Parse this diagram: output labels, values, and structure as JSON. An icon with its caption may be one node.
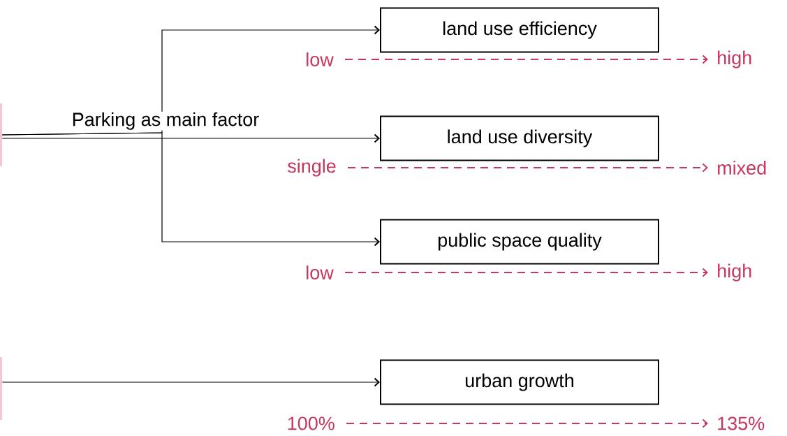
{
  "diagram": {
    "nodes": [
      {
        "text": [],
        "shape": "bar"
      },
      {
        "text": [
          "land use efficiency"
        ]
      },
      {
        "text": [
          "low"
        ]
      },
      {
        "text": [
          "high"
        ]
      },
      {
        "text": [
          "land use diversity"
        ]
      },
      {
        "text": [
          "single"
        ]
      },
      {
        "text": [
          "mixed"
        ]
      },
      {
        "text": [
          "public space quality"
        ]
      },
      {
        "text": [
          "low"
        ]
      },
      {
        "text": [
          "high"
        ]
      },
      {
        "text": [],
        "shape": "bar"
      },
      {
        "text": [
          "urban growth"
        ]
      },
      {
        "text": [
          "100%"
        ]
      },
      {
        "text": [
          "135%"
        ]
      }
    ],
    "edges": [
      {
        "from": 0,
        "to": 1,
        "arrow": "to"
      },
      {
        "from": 0,
        "to": 4,
        "arrow": "to",
        "label": "Parking as main factor"
      },
      {
        "from": 0,
        "to": 7,
        "arrow": "to"
      },
      {
        "from": 2,
        "to": 3,
        "arrow": "to",
        "style": "dashed",
        "color": "#c8375e"
      },
      {
        "from": 5,
        "to": 6,
        "arrow": "to",
        "style": "dashed",
        "color": "#c8375e"
      },
      {
        "from": 8,
        "to": 9,
        "arrow": "to",
        "style": "dashed",
        "color": "#c8375e"
      },
      {
        "from": 10,
        "to": 11,
        "arrow": "to"
      },
      {
        "from": 12,
        "to": 13,
        "arrow": "to",
        "style": "dashed",
        "color": "#c8375e"
      }
    ]
  }
}
